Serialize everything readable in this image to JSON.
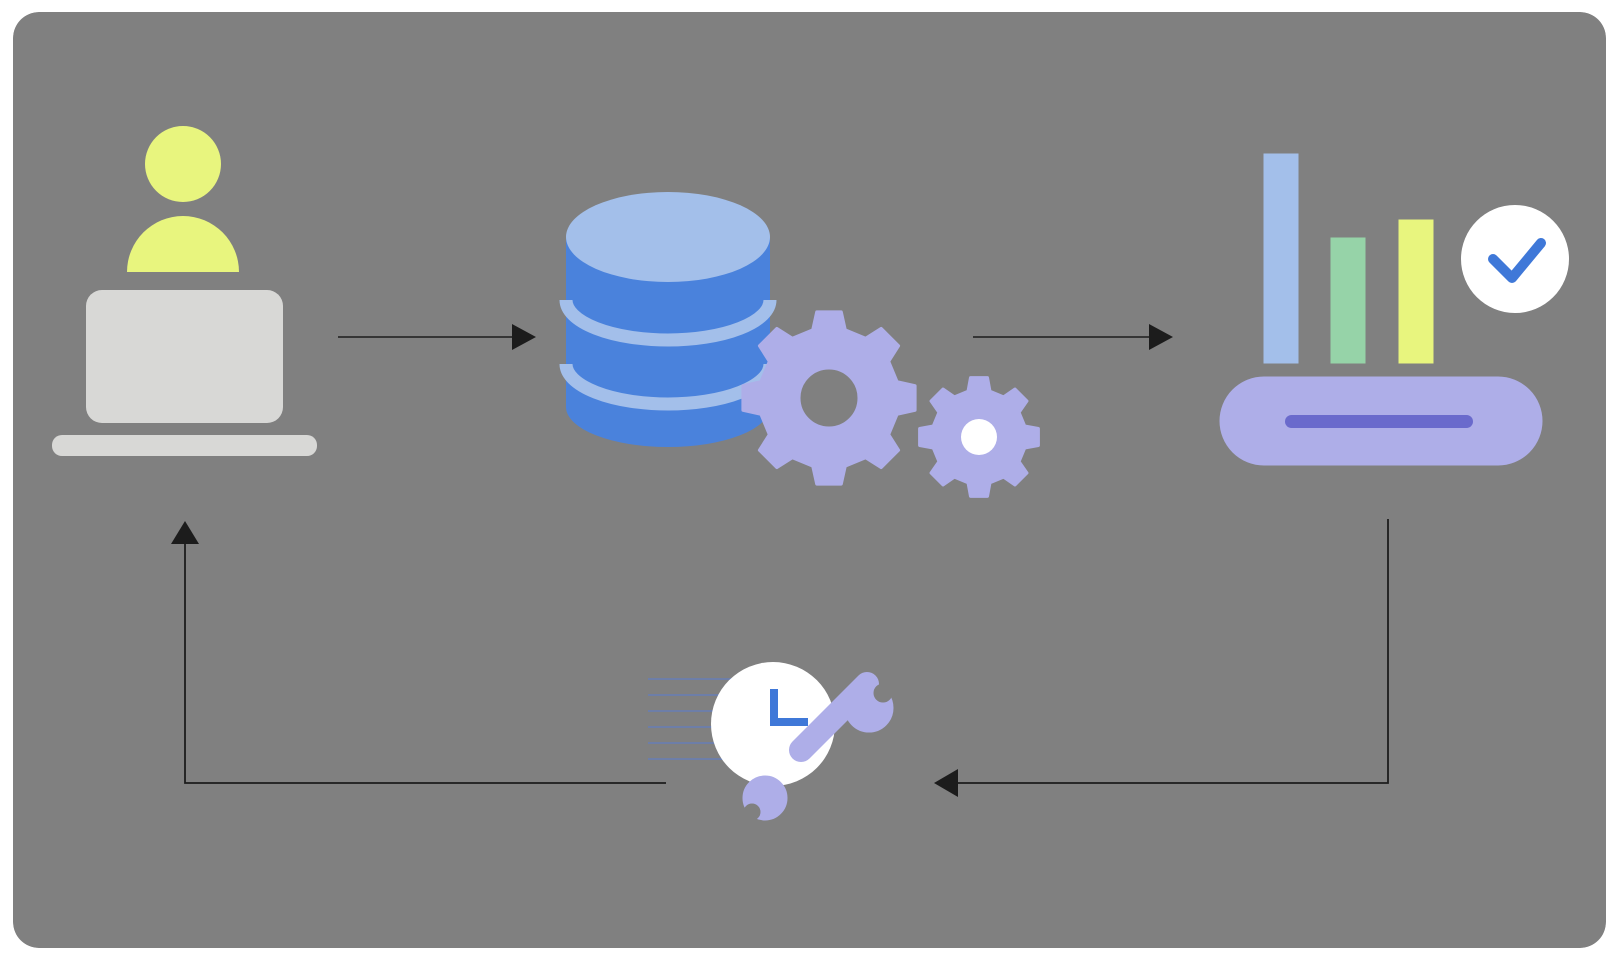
{
  "diagram": {
    "colors": {
      "panel": "#808080",
      "arrow": "#1c1c1c",
      "user_accent": "#e8f57e",
      "laptop": "#d8d8d6",
      "database_dark": "#4a82dc",
      "database_light": "#a3bfea",
      "gear": "#aeaee8",
      "gear_stroke": "#8c8cd8",
      "bar_blue": "#a3bfea",
      "bar_green": "#96d3a8",
      "bar_yellow": "#e8f57e",
      "platform_stripe": "#6a6acc",
      "check_circle": "#ffffff",
      "check_mark": "#3f78d8",
      "clock_face": "#ffffff",
      "clock_hands": "#3f78d8",
      "speed_lines": "#6d7ea8"
    },
    "nodes": [
      {
        "id": "user-workstation",
        "icon": "user-at-laptop-icon"
      },
      {
        "id": "data-processing",
        "icon": "database-with-gears-icon"
      },
      {
        "id": "analytics-results",
        "icon": "bar-chart-with-check-icon"
      },
      {
        "id": "scheduled-maintenance",
        "icon": "clock-with-wrench-icon"
      }
    ],
    "edges": [
      {
        "from": "user-workstation",
        "to": "data-processing"
      },
      {
        "from": "data-processing",
        "to": "analytics-results"
      },
      {
        "from": "analytics-results",
        "to": "scheduled-maintenance"
      },
      {
        "from": "scheduled-maintenance",
        "to": "user-workstation"
      }
    ]
  }
}
